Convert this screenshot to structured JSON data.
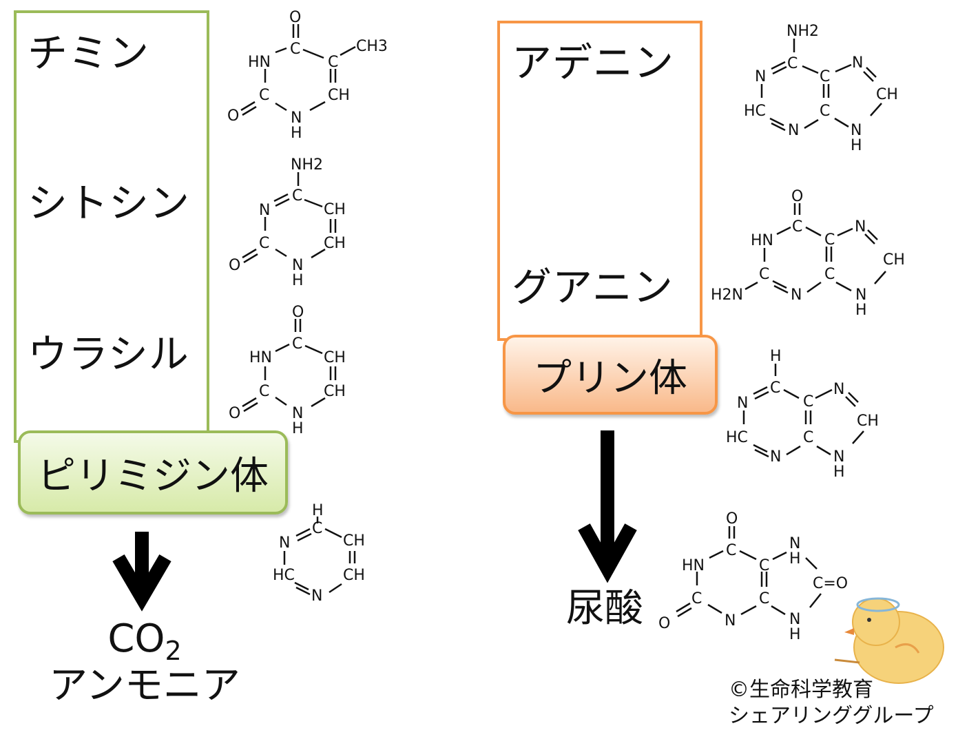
{
  "pyrimidine": {
    "bases": [
      "チミン",
      "シトシン",
      "ウラシル"
    ],
    "group_label": "ピリミジン体",
    "products": {
      "co2_main": "CO",
      "co2_sub": "2",
      "ammonia": "アンモニア"
    }
  },
  "purine": {
    "bases": [
      "アデニン",
      "グアニン"
    ],
    "group_label": "プリン体",
    "product": "尿酸"
  },
  "credit": {
    "line1": "©生命科学教育",
    "line2": "シェアリンググループ"
  },
  "colors": {
    "pyrimidine": "#9bbb59",
    "purine": "#f79646"
  },
  "structures": {
    "thymine": {
      "O": "O",
      "C": "C",
      "CH3": "CH3",
      "HN": "HN",
      "CH": "CH",
      "N": "N",
      "H": "H"
    },
    "cytosine": {
      "NH2": "NH2",
      "N": "N",
      "C": "C",
      "CH": "CH",
      "O": "O",
      "H": "H"
    },
    "uracil": {
      "O": "O",
      "C": "C",
      "CH": "CH",
      "HN": "HN",
      "N": "N",
      "H": "H"
    },
    "pyrimidine": {
      "H": "H",
      "C": "C",
      "CH": "CH",
      "N": "N",
      "HC": "HC"
    },
    "adenine": {
      "NH2": "NH2",
      "N": "N",
      "C": "C",
      "CH": "CH",
      "HC": "HC",
      "H": "H"
    },
    "guanine": {
      "O": "O",
      "C": "C",
      "N": "N",
      "HN": "HN",
      "CH": "CH",
      "H2N": "H2N",
      "H": "H"
    },
    "purine": {
      "H": "H",
      "C": "C",
      "N": "N",
      "CH": "CH",
      "HC": "HC"
    },
    "uric_acid": {
      "O": "O",
      "C": "C",
      "N": "N",
      "H": "H",
      "HN": "HN",
      "C=O": "C=O"
    }
  }
}
